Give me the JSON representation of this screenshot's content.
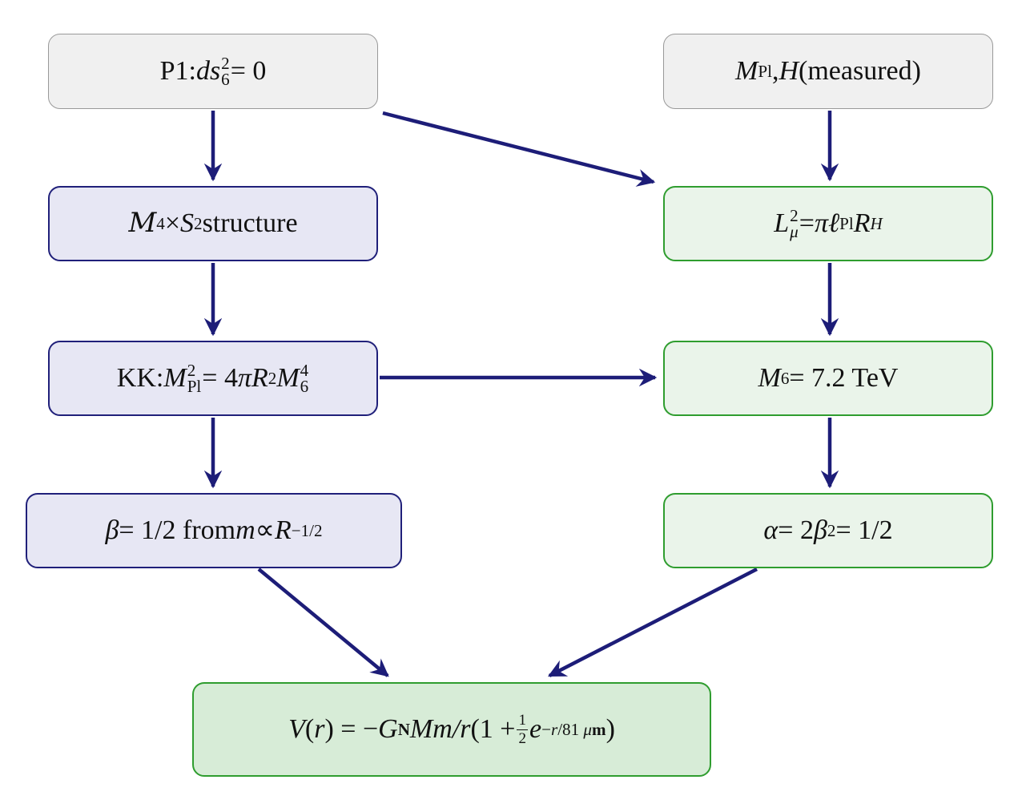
{
  "diagram": {
    "description": "Derivation flowchart from postulate P1 to modified Newtonian potential",
    "colors": {
      "arrow": "#1d1d78",
      "gray_border": "#999999",
      "gray_fill": "#f0f0f0",
      "blue_border": "#20207a",
      "blue_fill": "#e7e7f4",
      "green_border": "#2f9d2f",
      "green_fill": "#eaf4ea",
      "green_fill_strong": "#d7ecd7",
      "background": "#ffffff",
      "text": "#111111"
    },
    "labels": {
      "p1": [
        {
          "rm": "P1:  "
        },
        {
          "it": "ds"
        },
        {
          "stack": [
            "2",
            "6"
          ]
        },
        {
          "rm": " = 0"
        }
      ],
      "mplh": [
        {
          "it": "M"
        },
        {
          "sub": "Pl"
        },
        {
          "rm": ",  "
        },
        {
          "it": "H"
        },
        {
          "rm": "  (measured)"
        }
      ],
      "m4s2": [
        {
          "cal": "M"
        },
        {
          "sup": "4"
        },
        {
          "rm": " × "
        },
        {
          "it": "S"
        },
        {
          "sup": "2"
        },
        {
          "rm": " structure"
        }
      ],
      "lmu": [
        {
          "it": "L"
        },
        {
          "stack": [
            "2",
            [
              {
                "it": "μ"
              }
            ]
          ]
        },
        {
          "rm": " = "
        },
        {
          "it": "π"
        },
        {
          "rm": " "
        },
        {
          "it": "ℓ"
        },
        {
          "sub": "Pl"
        },
        {
          "rm": " "
        },
        {
          "it": "R"
        },
        {
          "sub": [
            {
              "it": "H"
            }
          ]
        }
      ],
      "kk": [
        {
          "rm": "KK:  "
        },
        {
          "it": "M"
        },
        {
          "stack": [
            "2",
            "Pl"
          ]
        },
        {
          "rm": " = 4"
        },
        {
          "it": "πR"
        },
        {
          "sup": "2"
        },
        {
          "rm": " "
        },
        {
          "it": "M"
        },
        {
          "stack": [
            "4",
            "6"
          ]
        }
      ],
      "m6": [
        {
          "it": "M"
        },
        {
          "sub": "6"
        },
        {
          "rm": " = 7.2 TeV"
        }
      ],
      "beta": [
        {
          "it": "β"
        },
        {
          "rm": " = 1/2 from "
        },
        {
          "it": "m"
        },
        {
          "rm": " ∝ "
        },
        {
          "it": "R"
        },
        {
          "sup": "−1/2"
        }
      ],
      "alpha": [
        {
          "it": "α"
        },
        {
          "rm": " = 2"
        },
        {
          "it": "β"
        },
        {
          "sup": "2"
        },
        {
          "rm": " = 1/2"
        }
      ],
      "vr": [
        {
          "it": "V"
        },
        {
          "rm": "("
        },
        {
          "it": "r"
        },
        {
          "rm": ") = −"
        },
        {
          "it": "G"
        },
        {
          "sub": [
            {
              "bf": "N"
            }
          ]
        },
        {
          "it": "Mm/r"
        },
        {
          "rm": " (1 + "
        },
        {
          "frac": [
            "1",
            "2"
          ]
        },
        {
          "it": "e"
        },
        {
          "sup": [
            {
              "rm": "−"
            },
            {
              "it": "r"
            },
            {
              "rm": "/81 "
            },
            {
              "it": "μ"
            },
            {
              "bf": "m"
            }
          ]
        },
        {
          "rm": ")"
        }
      ]
    },
    "edges": [
      {
        "from": "p1",
        "to": "m4s2"
      },
      {
        "from": "p1",
        "to": "lmu"
      },
      {
        "from": "mplh",
        "to": "lmu"
      },
      {
        "from": "m4s2",
        "to": "kk"
      },
      {
        "from": "lmu",
        "to": "m6"
      },
      {
        "from": "kk",
        "to": "m6"
      },
      {
        "from": "kk",
        "to": "beta"
      },
      {
        "from": "m6",
        "to": "alpha"
      },
      {
        "from": "beta",
        "to": "vr"
      },
      {
        "from": "alpha",
        "to": "vr"
      }
    ]
  }
}
